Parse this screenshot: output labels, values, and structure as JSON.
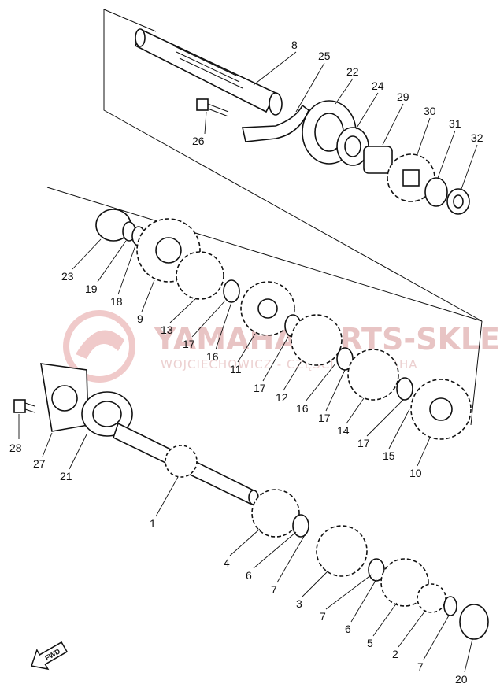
{
  "watermark": {
    "brand": "YAMAHAPARTS-SKLEP.PL",
    "subtitle": "WOJCIECHOWICZ - CZĘŚCI DO YAMAHA",
    "color": "#e8b8b8"
  },
  "fwd_badge": "FWD",
  "callouts": [
    "8",
    "25",
    "22",
    "24",
    "29",
    "30",
    "31",
    "32",
    "26",
    "23",
    "19",
    "18",
    "9",
    "13",
    "17",
    "16",
    "11",
    "17",
    "12",
    "16",
    "17",
    "14",
    "17",
    "15",
    "10",
    "28",
    "27",
    "21",
    "1",
    "4",
    "6",
    "7",
    "3",
    "7",
    "6",
    "5",
    "2",
    "7",
    "20"
  ]
}
